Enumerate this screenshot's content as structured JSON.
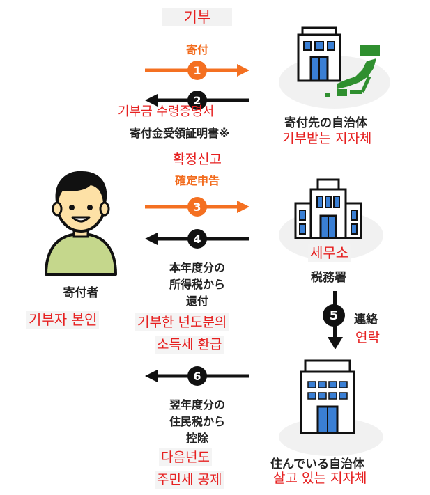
{
  "colors": {
    "orange": "#f47021",
    "black": "#111111",
    "red": "#e62020",
    "building_blue": "#3a7fd4",
    "map_green": "#2f8f2f",
    "skin": "#fde1a6",
    "shirt": "#c5d78c"
  },
  "steps": [
    {
      "num": "1"
    },
    {
      "num": "2"
    },
    {
      "num": "3"
    },
    {
      "num": "4"
    },
    {
      "num": "5"
    },
    {
      "num": "6"
    }
  ],
  "step1": {
    "kr": "기부",
    "jp": "寄付"
  },
  "step2": {
    "kr": "기부금 수령증명서",
    "jp": "寄付金受領証明書※"
  },
  "step3": {
    "kr": "확정신고",
    "jp": "確定申告"
  },
  "step4": {
    "jp_line1": "本年度分の",
    "jp_line2": "所得税から",
    "jp_line3": "還付",
    "kr_line1": "기부한 년도분의",
    "kr_line2": "소득세 환급"
  },
  "step5": {
    "jp": "連絡",
    "kr": "연락"
  },
  "step6": {
    "jp_line1": "翌年度分の",
    "jp_line2": "住民税から",
    "jp_line3": "控除",
    "kr_line1": "다음년도",
    "kr_line2": "주민세 공제"
  },
  "donor": {
    "jp": "寄付者",
    "kr": "기부자 본인"
  },
  "municipality_donated": {
    "jp": "寄付先の自治体",
    "kr": "기부받는 지자체"
  },
  "tax_office": {
    "jp": "税務署",
    "kr": "세무소"
  },
  "municipality_residence": {
    "jp": "住んでいる自治体",
    "kr": "살고 있는 지자체"
  }
}
